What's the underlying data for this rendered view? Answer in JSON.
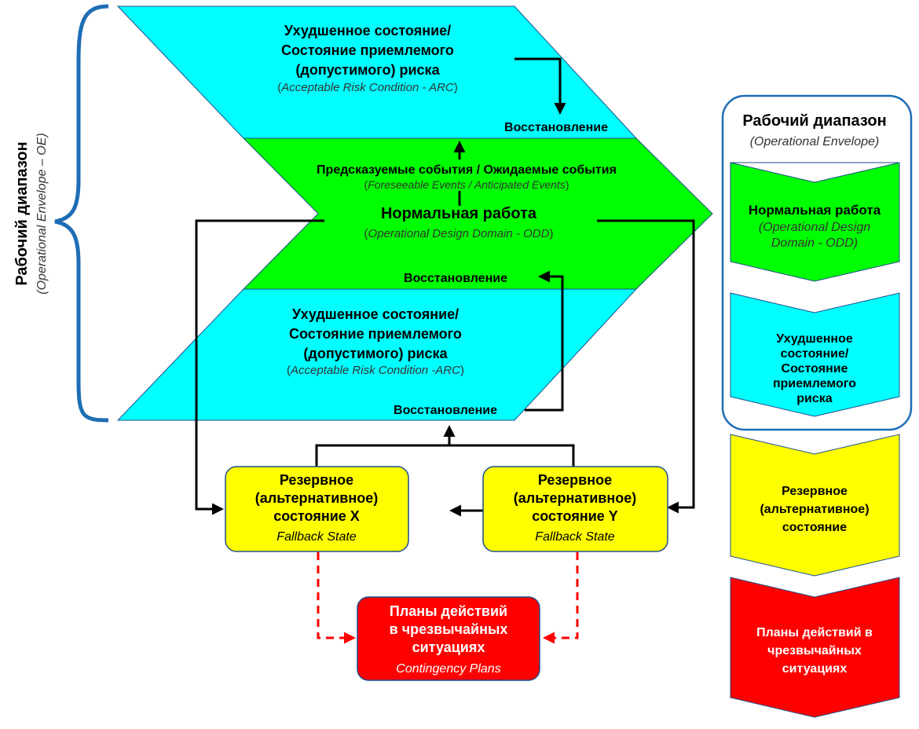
{
  "colors": {
    "cyan": "#00ffff",
    "green": "#00ff00",
    "yellow": "#ffff00",
    "red": "#ff0000",
    "brace_blue": "#1e6db5",
    "outline": "#1f4e8c",
    "dashed_red": "#ff0000"
  },
  "left_brace": {
    "title": "Рабочий диапазон",
    "subtitle": "(Operational Envelope – OE)"
  },
  "top_arc": {
    "line1": "Ухудшенное состояние/",
    "line2": "Состояние приемлемого",
    "line3": "(допустимого) риска",
    "sub_open": "(",
    "sub_italic": "Acceptable Risk Condition - ARC",
    "sub_close": ")",
    "recovery": "Восстановление"
  },
  "normal": {
    "events_title": "Предсказуемые события / Ожидаемые события",
    "events_sub_open": "(",
    "events_sub_italic": "Foreseeable Events / Anticipated Events",
    "events_sub_close": ")",
    "title": "Нормальная работа",
    "sub_open": "(",
    "sub_italic": "Operational Design Domain - ODD",
    "sub_close": ")",
    "recovery": "Восстановление"
  },
  "bottom_arc": {
    "line1": "Ухудшенное состояние/",
    "line2": "Состояние приемлемого",
    "line3": "(допустимого) риска",
    "sub_open": "(",
    "sub_italic": "Acceptable Risk Condition -ARC",
    "sub_close": ")",
    "recovery": "Восстановление"
  },
  "fallback_x": {
    "line1": "Резервное",
    "line2": "(альтернативное)",
    "line3": "состояние X",
    "sub": "Fallback State"
  },
  "fallback_y": {
    "line1": "Резервное",
    "line2": "(альтернативное)",
    "line3": "состояние Y",
    "sub": "Fallback State"
  },
  "contingency": {
    "line1": "Планы действий",
    "line2": "в чрезвычайных",
    "line3": "ситуациях",
    "sub": "Contingency Plans"
  },
  "legend": {
    "title": "Рабочий диапазон",
    "subtitle": "(Operational Envelope)",
    "normal_title": "Нормальная работа",
    "normal_sub1": "(Operational Design",
    "normal_sub2": "Domain - ODD)",
    "arc_line1": "Ухудшенное",
    "arc_line2": "состояние/",
    "arc_line3": "Состояние",
    "arc_line4": "приемлемого",
    "arc_line5": "риска",
    "fallback_line1": "Резервное",
    "fallback_line2": "(альтернативное)",
    "fallback_line3": "состояние",
    "cont_line1": "Планы действий в",
    "cont_line2": "чрезвычайных",
    "cont_line3": "ситуациях"
  }
}
